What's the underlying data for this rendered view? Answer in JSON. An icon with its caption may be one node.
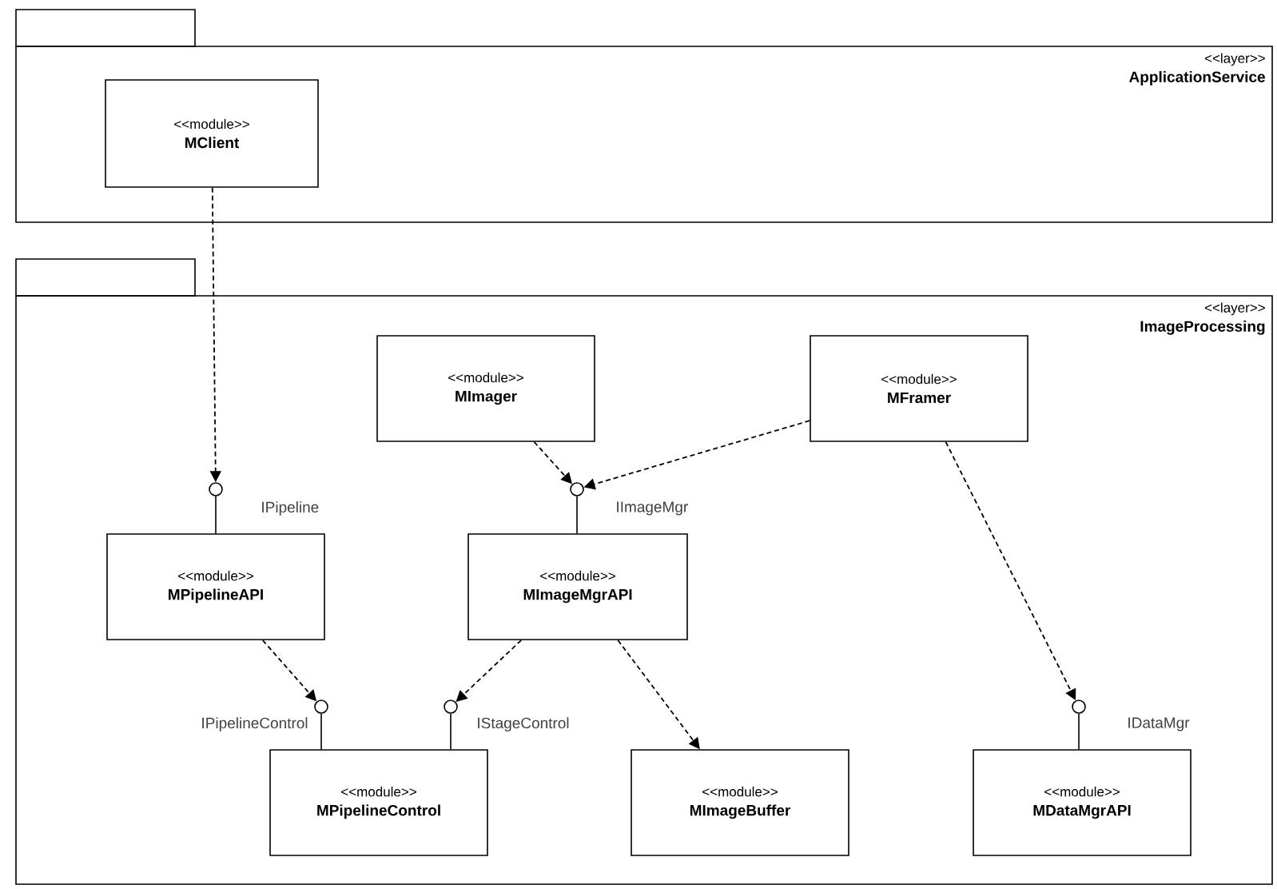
{
  "diagram": {
    "nodes": [
      {
        "text": [
          "<<layer>>",
          "ApplicationService"
        ]
      },
      {
        "text": [
          "<<module>>",
          "MClient"
        ],
        "in": 0
      },
      {
        "text": [
          "<<layer>>",
          "ImageProcessing"
        ]
      },
      {
        "text": [
          "<<module>>",
          "MImager"
        ],
        "in": 2
      },
      {
        "text": [
          "<<module>>",
          "MFramer"
        ],
        "in": 2
      },
      {
        "text": [],
        "shape": "circle",
        "in": 2
      },
      {
        "text": [],
        "shape": "circle",
        "in": 2
      },
      {
        "text": [
          "<<module>>",
          "MPipelineAPI"
        ],
        "in": 2
      },
      {
        "text": [
          "<<module>>",
          "MImageMgrAPI"
        ],
        "in": 2
      },
      {
        "text": [],
        "shape": "circle",
        "in": 2
      },
      {
        "text": [],
        "shape": "circle",
        "in": 2
      },
      {
        "text": [],
        "shape": "circle",
        "in": 2
      },
      {
        "text": [
          "<<module>>",
          "MPipelineControl"
        ],
        "in": 2
      },
      {
        "text": [
          "<<module>>",
          "MImageBuffer"
        ],
        "in": 2
      },
      {
        "text": [
          "<<module>>",
          "MDataMgrAPI"
        ],
        "in": 2
      }
    ],
    "edges": [
      {
        "from": 1,
        "to": 5,
        "arrow": "to",
        "style": "dashed"
      },
      {
        "from": 5,
        "to": 7,
        "arrow": "none"
      },
      {
        "from": 3,
        "to": 6,
        "arrow": "to",
        "style": "dashed"
      },
      {
        "from": 4,
        "to": 6,
        "arrow": "to",
        "style": "dashed"
      },
      {
        "from": 6,
        "to": 8,
        "arrow": "none"
      },
      {
        "from": 4,
        "to": 11,
        "arrow": "to",
        "style": "dashed"
      },
      {
        "from": 11,
        "to": 14,
        "arrow": "none"
      },
      {
        "from": 7,
        "to": 9,
        "arrow": "to",
        "style": "dashed"
      },
      {
        "from": 8,
        "to": 10,
        "arrow": "to",
        "style": "dashed"
      },
      {
        "from": 8,
        "to": 13,
        "arrow": "to",
        "style": "dashed"
      },
      {
        "from": 9,
        "to": 12,
        "arrow": "none"
      },
      {
        "from": 10,
        "to": 12,
        "arrow": "none"
      }
    ],
    "labels": [
      "IPipeline",
      "IImageMgr",
      "IPipelineControl",
      "IStageControl",
      "IDataMgr"
    ]
  }
}
